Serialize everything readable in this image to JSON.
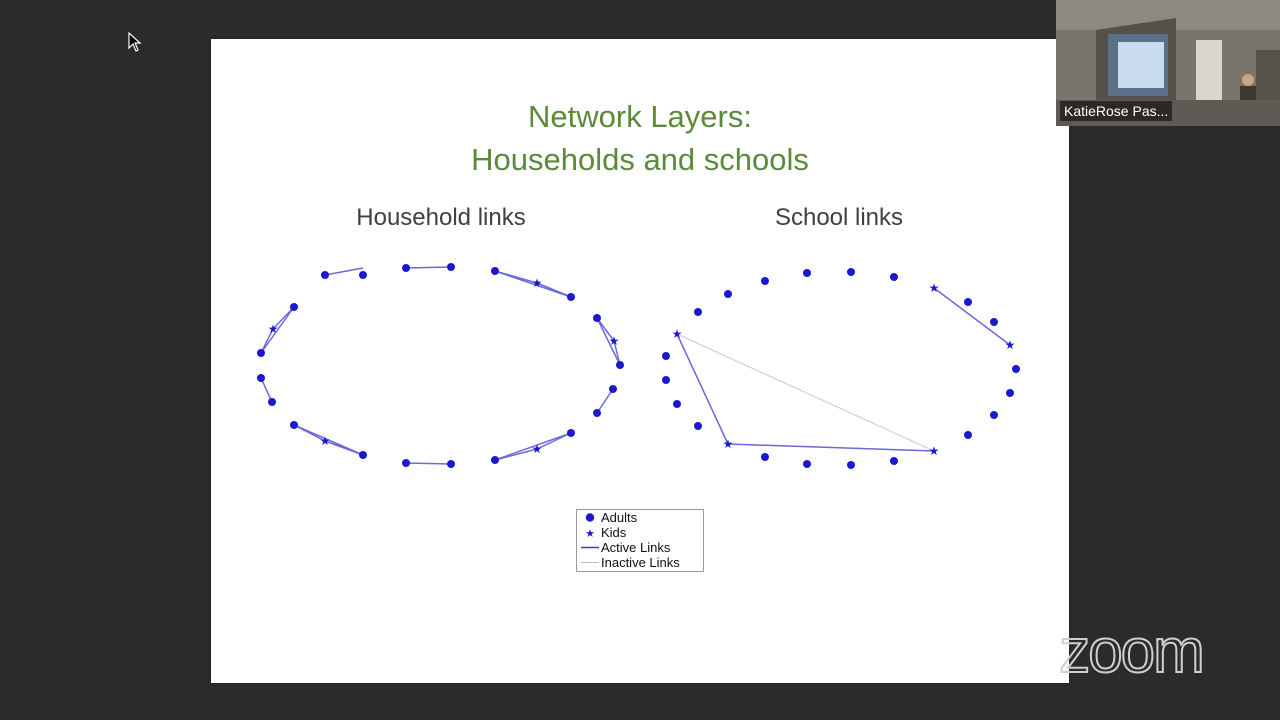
{
  "slide": {
    "title_line1": "Network Layers:",
    "title_line2": "Households and schools",
    "household_title": "Household links",
    "school_title": "School links"
  },
  "legend": {
    "adults": "Adults",
    "kids": "Kids",
    "active": "Active Links",
    "inactive": "Inactive Links"
  },
  "video": {
    "participant_name": "KatieRose Pas..."
  },
  "colors": {
    "title": "#5a8a3a",
    "node": "#1a1acc",
    "active_link": "#6a6ad8",
    "inactive_link": "#c8c8e8",
    "background": "#2b2b2b"
  },
  "branding": {
    "logo_text": "zoom"
  }
}
